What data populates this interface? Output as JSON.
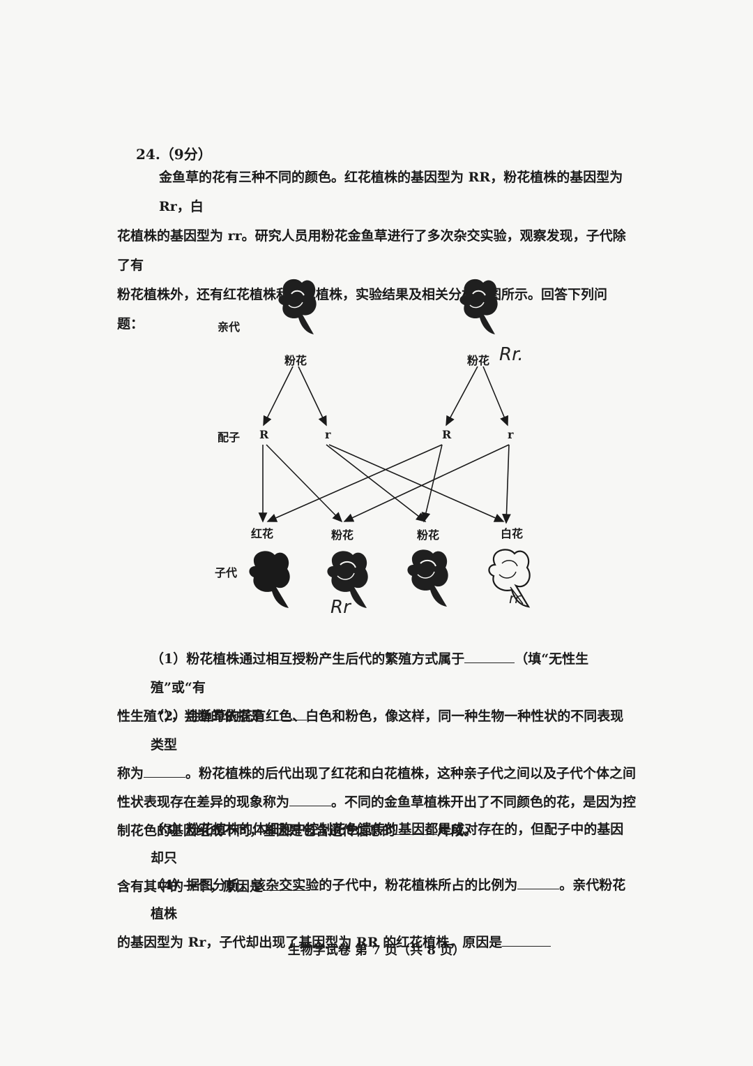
{
  "question": {
    "number": "24.（9分）",
    "intro_lines": [
      "金鱼草的花有三种不同的颜色。红花植株的基因型为 RR，粉花植株的基因型为 Rr，白",
      "花植株的基因型为 rr。研究人员用粉花金鱼草进行了多次杂交实验，观察发现，子代除了有",
      "粉花植株外，还有红花植株和白花植株，实验结果及相关分析如图所示。回答下列问题："
    ]
  },
  "diagram": {
    "row_labels": {
      "parent": "亲代",
      "gamete": "配子",
      "offspring": "子代"
    },
    "parents": [
      {
        "label": "粉花"
      },
      {
        "label": "粉花"
      }
    ],
    "gametes": [
      "R",
      "r",
      "R",
      "r"
    ],
    "offspring": [
      {
        "label": "红花"
      },
      {
        "label": "粉花"
      },
      {
        "label": "粉花"
      },
      {
        "label": "白花"
      }
    ],
    "handwritten": {
      "parent_note": "Rr.",
      "offspring_note_1": "Rr",
      "offspring_note_2": "rr"
    }
  },
  "subquestions": [
    {
      "lines": [
        [
          "（1）粉花植株通过相互授粉产生后代的繁殖方式属于",
          "BLANK",
          "（填“无性生殖”或“有"
        ],
        [
          "性生殖”），判断的依据是",
          "BLANK"
        ]
      ]
    },
    {
      "lines": [
        [
          "（2）金鱼草的花有红色、白色和粉色，像这样，同一种生物一种性状的不同表现类型"
        ],
        [
          "称为",
          "BLANK",
          "。粉花植株的后代出现了红花和白花植株，这种亲子代之间以及子代个体之间"
        ],
        [
          "性状表现存在差异的现象称为",
          "BLANK",
          "。不同的金鱼草植株开出了不同颜色的花，是因为控"
        ],
        [
          "制花色的基因组成不同，基因是包含遗传信息的",
          "BLANK",
          "片段。"
        ]
      ]
    },
    {
      "lines": [
        [
          "（3）粉花植株的体细胞中控制花色遗传的基因都是成对存在的，但配子中的基因却只"
        ],
        [
          "含有其中的一个，原因是",
          "BLANK"
        ]
      ]
    },
    {
      "lines": [
        [
          "（4）据图分析，该杂交实验的子代中，粉花植株所占的比例为",
          "BLANK",
          "。亲代粉花植株"
        ],
        [
          "的基因型为 Rr，子代却出现了基因型为 RR 的红花植株，原因是",
          "BLANK"
        ]
      ]
    }
  ],
  "footer": "生物学试卷 第 7 页（共 8 页）"
}
